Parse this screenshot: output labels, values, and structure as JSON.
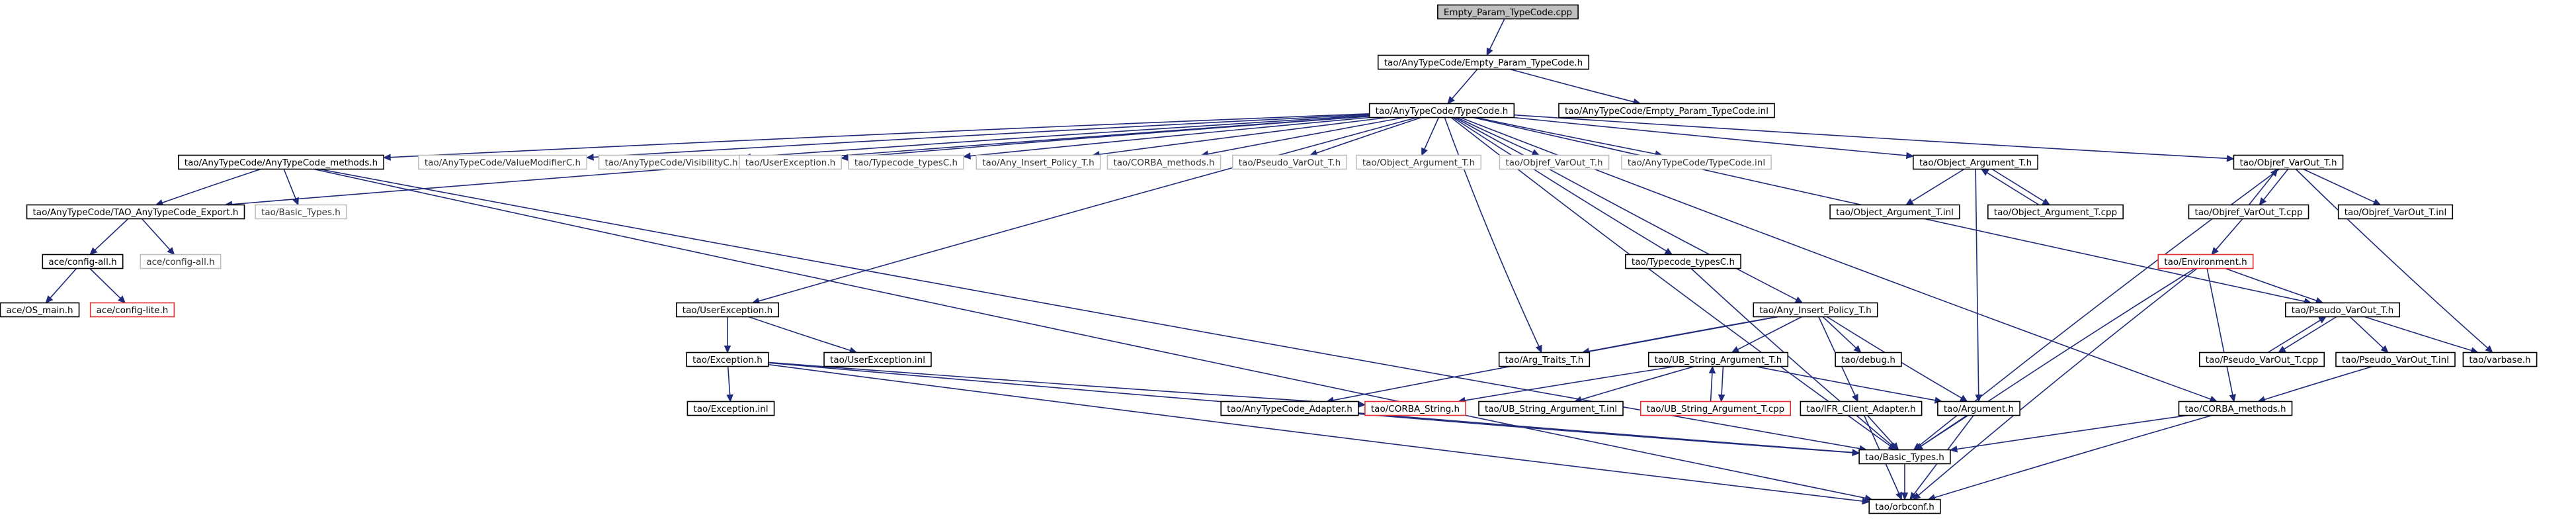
{
  "diagram": {
    "nodes": [
      {
        "id": "root",
        "label": "Empty_Param_TypeCode.cpp",
        "style": "root"
      },
      {
        "id": "ep_h",
        "label": "tao/AnyTypeCode/Empty_Param_TypeCode.h",
        "style": "normal"
      },
      {
        "id": "tc_h",
        "label": "tao/AnyTypeCode/TypeCode.h",
        "style": "normal"
      },
      {
        "id": "ep_inl",
        "label": "tao/AnyTypeCode/Empty_Param_TypeCode.inl",
        "style": "normal"
      },
      {
        "id": "tcm_h",
        "label": "tao/AnyTypeCode/AnyTypeCode_methods.h",
        "style": "normal"
      },
      {
        "id": "vmc_h",
        "label": "tao/AnyTypeCode/ValueModifierC.h",
        "style": "grey"
      },
      {
        "id": "visc_h",
        "label": "tao/AnyTypeCode/VisibilityC.h",
        "style": "grey"
      },
      {
        "id": "ue_h_g",
        "label": "tao/UserException.h",
        "style": "grey"
      },
      {
        "id": "tctypes_g",
        "label": "tao/Typecode_typesC.h",
        "style": "grey"
      },
      {
        "id": "aip_g",
        "label": "tao/Any_Insert_Policy_T.h",
        "style": "grey"
      },
      {
        "id": "corbam_g",
        "label": "tao/CORBA_methods.h",
        "style": "grey"
      },
      {
        "id": "pvo_g",
        "label": "tao/Pseudo_VarOut_T.h",
        "style": "grey"
      },
      {
        "id": "oa_g",
        "label": "tao/Object_Argument_T.h",
        "style": "grey"
      },
      {
        "id": "ovo_g",
        "label": "tao/Objref_VarOut_T.h",
        "style": "grey"
      },
      {
        "id": "tc_inl",
        "label": "tao/AnyTypeCode/TypeCode.inl",
        "style": "grey"
      },
      {
        "id": "oa_h",
        "label": "tao/Object_Argument_T.h",
        "style": "normal"
      },
      {
        "id": "ovo_h",
        "label": "tao/Objref_VarOut_T.h",
        "style": "normal"
      },
      {
        "id": "export_h",
        "label": "tao/AnyTypeCode/TAO_AnyTypeCode_Export.h",
        "style": "normal"
      },
      {
        "id": "basic_g",
        "label": "tao/Basic_Types.h",
        "style": "grey"
      },
      {
        "id": "cfg_all",
        "label": "ace/config-all.h",
        "style": "normal"
      },
      {
        "id": "cfg_all_g",
        "label": "ace/config-all.h",
        "style": "grey"
      },
      {
        "id": "os_main",
        "label": "ace/OS_main.h",
        "style": "normal"
      },
      {
        "id": "cfg_lite",
        "label": "ace/config-lite.h",
        "style": "red"
      },
      {
        "id": "oa_inl",
        "label": "tao/Object_Argument_T.inl",
        "style": "normal"
      },
      {
        "id": "oa_cpp",
        "label": "tao/Object_Argument_T.cpp",
        "style": "normal"
      },
      {
        "id": "ovo_cpp",
        "label": "tao/Objref_VarOut_T.cpp",
        "style": "normal"
      },
      {
        "id": "ovo_inl",
        "label": "tao/Objref_VarOut_T.inl",
        "style": "normal"
      },
      {
        "id": "tctypes_h",
        "label": "tao/Typecode_typesC.h",
        "style": "normal"
      },
      {
        "id": "env_h",
        "label": "tao/Environment.h",
        "style": "red"
      },
      {
        "id": "ue_h",
        "label": "tao/UserException.h",
        "style": "normal"
      },
      {
        "id": "aip_h",
        "label": "tao/Any_Insert_Policy_T.h",
        "style": "normal"
      },
      {
        "id": "pvo_h",
        "label": "tao/Pseudo_VarOut_T.h",
        "style": "normal"
      },
      {
        "id": "exc_h",
        "label": "tao/Exception.h",
        "style": "normal"
      },
      {
        "id": "ue_inl",
        "label": "tao/UserException.inl",
        "style": "normal"
      },
      {
        "id": "argtr_h",
        "label": "tao/Arg_Traits_T.h",
        "style": "normal"
      },
      {
        "id": "ubs_h",
        "label": "tao/UB_String_Argument_T.h",
        "style": "normal"
      },
      {
        "id": "debug_h",
        "label": "tao/debug.h",
        "style": "normal"
      },
      {
        "id": "pvo_cpp",
        "label": "tao/Pseudo_VarOut_T.cpp",
        "style": "normal"
      },
      {
        "id": "pvo_inl",
        "label": "tao/Pseudo_VarOut_T.inl",
        "style": "normal"
      },
      {
        "id": "varbase",
        "label": "tao/varbase.h",
        "style": "normal"
      },
      {
        "id": "exc_inl",
        "label": "tao/Exception.inl",
        "style": "normal"
      },
      {
        "id": "atc_adapter",
        "label": "tao/AnyTypeCode_Adapter.h",
        "style": "normal"
      },
      {
        "id": "corba_str",
        "label": "tao/CORBA_String.h",
        "style": "red"
      },
      {
        "id": "ubs_inl",
        "label": "tao/UB_String_Argument_T.inl",
        "style": "normal"
      },
      {
        "id": "ubs_cpp",
        "label": "tao/UB_String_Argument_T.cpp",
        "style": "red"
      },
      {
        "id": "ifr_adapter",
        "label": "tao/IFR_Client_Adapter.h",
        "style": "normal"
      },
      {
        "id": "argument_h",
        "label": "tao/Argument.h",
        "style": "normal"
      },
      {
        "id": "corbam_h",
        "label": "tao/CORBA_methods.h",
        "style": "normal"
      },
      {
        "id": "basic_h",
        "label": "tao/Basic_Types.h",
        "style": "normal"
      },
      {
        "id": "orbconf",
        "label": "tao/orbconf.h",
        "style": "normal"
      }
    ],
    "edges": [
      [
        "root",
        "ep_h"
      ],
      [
        "ep_h",
        "tc_h"
      ],
      [
        "ep_h",
        "ep_inl"
      ],
      [
        "tc_h",
        "tcm_h"
      ],
      [
        "tc_h",
        "vmc_h"
      ],
      [
        "tc_h",
        "visc_h"
      ],
      [
        "tc_h",
        "ue_h_g"
      ],
      [
        "tc_h",
        "tctypes_g"
      ],
      [
        "tc_h",
        "aip_g"
      ],
      [
        "tc_h",
        "corbam_g"
      ],
      [
        "tc_h",
        "pvo_g"
      ],
      [
        "tc_h",
        "oa_g"
      ],
      [
        "tc_h",
        "ovo_g"
      ],
      [
        "tc_h",
        "tc_inl"
      ],
      [
        "tc_h",
        "oa_h"
      ],
      [
        "tc_h",
        "ovo_h"
      ],
      [
        "tc_h",
        "export_h"
      ],
      [
        "tc_h",
        "ue_h"
      ],
      [
        "tc_h",
        "tctypes_h"
      ],
      [
        "tc_h",
        "aip_h"
      ],
      [
        "tc_h",
        "argtr_h"
      ],
      [
        "tc_h",
        "basic_h"
      ],
      [
        "tc_h",
        "pvo_h"
      ],
      [
        "tc_h",
        "corbam_h"
      ],
      [
        "tcm_h",
        "export_h"
      ],
      [
        "tcm_h",
        "basic_g"
      ],
      [
        "tcm_h",
        "basic_h"
      ],
      [
        "tcm_h",
        "orbconf"
      ],
      [
        "export_h",
        "cfg_all"
      ],
      [
        "export_h",
        "cfg_all_g"
      ],
      [
        "cfg_all",
        "os_main"
      ],
      [
        "cfg_all",
        "cfg_lite"
      ],
      [
        "oa_h",
        "oa_inl"
      ],
      [
        "oa_h",
        "oa_cpp"
      ],
      [
        "oa_h",
        "argument_h"
      ],
      [
        "oa_cpp",
        "oa_h"
      ],
      [
        "ovo_h",
        "ovo_cpp"
      ],
      [
        "ovo_h",
        "ovo_inl"
      ],
      [
        "ovo_h",
        "basic_h"
      ],
      [
        "ovo_h",
        "varbase"
      ],
      [
        "ovo_cpp",
        "ovo_h"
      ],
      [
        "ovo_cpp",
        "env_h"
      ],
      [
        "env_h",
        "pvo_h"
      ],
      [
        "env_h",
        "corbam_h"
      ],
      [
        "env_h",
        "basic_h"
      ],
      [
        "env_h",
        "orbconf"
      ],
      [
        "tctypes_h",
        "basic_h"
      ],
      [
        "ue_h",
        "exc_h"
      ],
      [
        "ue_h",
        "ue_inl"
      ],
      [
        "exc_h",
        "exc_inl"
      ],
      [
        "exc_h",
        "basic_h"
      ],
      [
        "exc_h",
        "corba_str"
      ],
      [
        "exc_h",
        "orbconf"
      ],
      [
        "aip_h",
        "argtr_h"
      ],
      [
        "aip_h",
        "ubs_h"
      ],
      [
        "aip_h",
        "debug_h"
      ],
      [
        "aip_h",
        "ifr_adapter"
      ],
      [
        "aip_h",
        "atc_adapter"
      ],
      [
        "aip_h",
        "argument_h"
      ],
      [
        "ubs_h",
        "ubs_inl"
      ],
      [
        "ubs_h",
        "ubs_cpp"
      ],
      [
        "ubs_h",
        "corba_str"
      ],
      [
        "ubs_h",
        "argument_h"
      ],
      [
        "ubs_cpp",
        "ubs_h"
      ],
      [
        "pvo_h",
        "pvo_cpp"
      ],
      [
        "pvo_h",
        "pvo_inl"
      ],
      [
        "pvo_h",
        "varbase"
      ],
      [
        "pvo_cpp",
        "pvo_h"
      ],
      [
        "pvo_inl",
        "corbam_h"
      ],
      [
        "atc_adapter",
        "basic_h"
      ],
      [
        "ifr_adapter",
        "basic_h"
      ],
      [
        "ifr_adapter",
        "orbconf"
      ],
      [
        "argument_h",
        "basic_h"
      ],
      [
        "argument_h",
        "orbconf"
      ],
      [
        "corbam_h",
        "basic_h"
      ],
      [
        "corbam_h",
        "orbconf"
      ],
      [
        "basic_h",
        "orbconf"
      ]
    ]
  }
}
